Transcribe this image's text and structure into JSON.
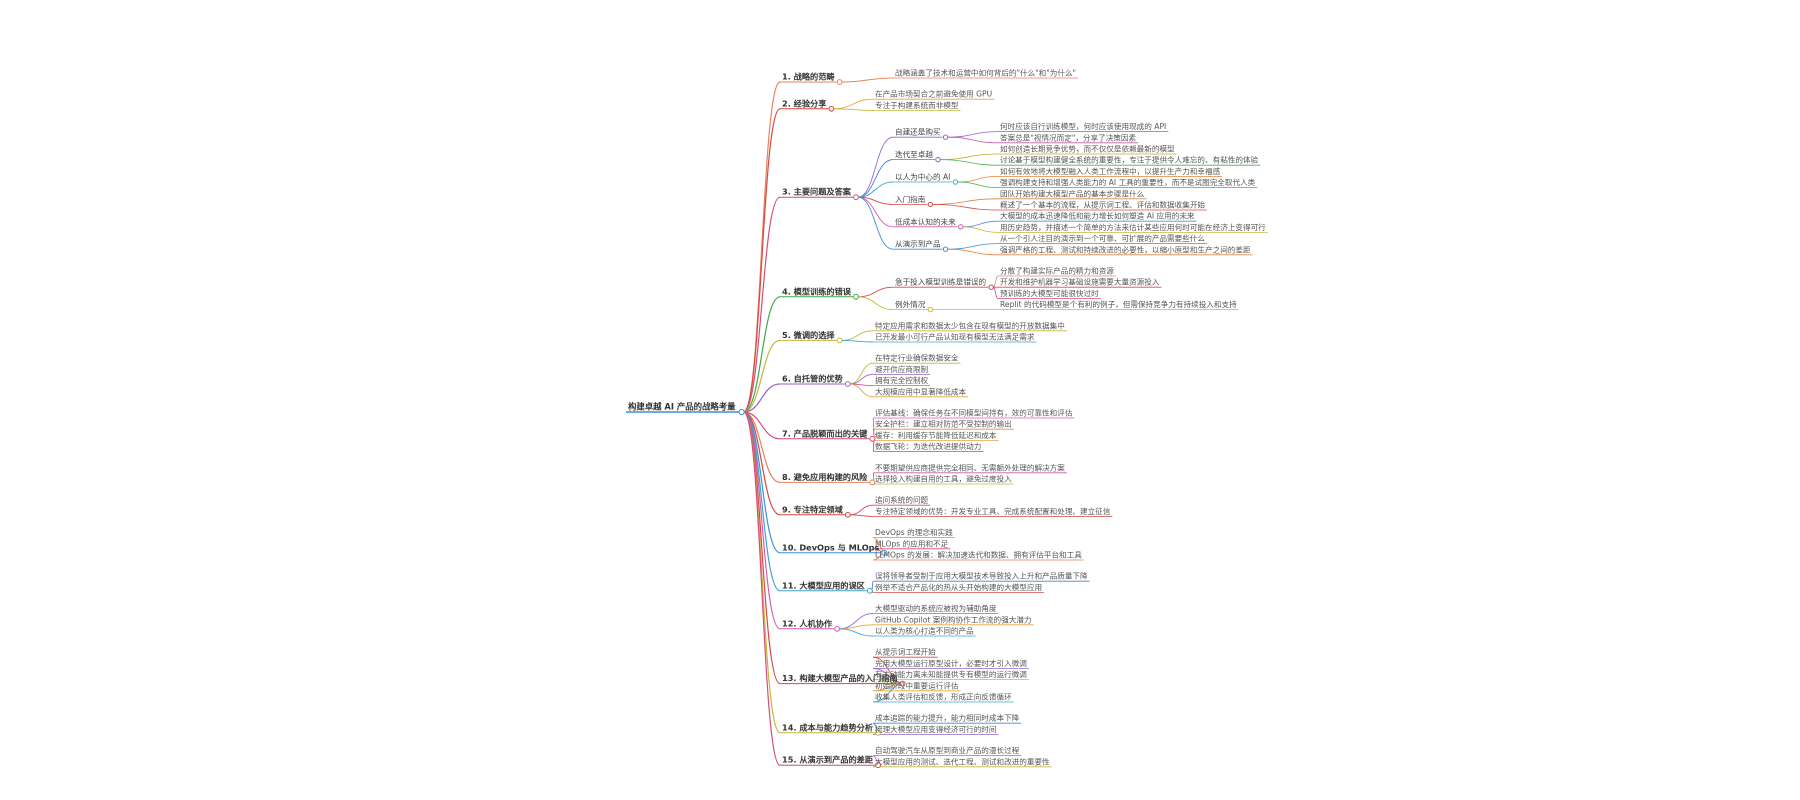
{
  "mindmap": {
    "root": "构建卓越 AI 产品的战略考量",
    "branches": [
      {
        "label": "1. 战略的范畴",
        "color": "#e8825b",
        "children": [
          {
            "label": "战略涵盖了技术和运营中如何背后的\"什么\"和\"为什么\""
          }
        ]
      },
      {
        "label": "2. 经验分享",
        "color": "#d6483f",
        "children": [
          {
            "label": "在产品市场契合之前避免使用 GPU",
            "color": "#e8a53c"
          },
          {
            "label": "专注于构建系统而非模型",
            "color": "#c5b838"
          }
        ]
      },
      {
        "label": "3. 主要问题及答案",
        "color": "#d64d76",
        "children": [
          {
            "label": "自建还是购买",
            "color": "#9a64c9",
            "children": [
              {
                "label": "何时应该自行训练模型，何时应该使用现成的 API",
                "color": "#8a64c9"
              },
              {
                "label": "答案总是\"视情况而定\"，分享了决策因素",
                "color": "#c85bae"
              }
            ]
          },
          {
            "label": "迭代至卓越",
            "color": "#4a7fd6",
            "children": [
              {
                "label": "如何创造长期竞争优势，而不仅仅是依赖最新的模型",
                "color": "#c2ab2c"
              },
              {
                "label": "讨论基于模型构建健全系统的重要性，专注于提供令人难忘的、有粘性的体验",
                "color": "#4bb04b"
              }
            ]
          },
          {
            "label": "以人为中心的 AI",
            "color": "#3fa6c9",
            "children": [
              {
                "label": "如何有效地将大模型融入人类工作流程中，以提升生产力和幸福感",
                "color": "#e8823c"
              },
              {
                "label": "强调构建支持和增强人类能力的 AI 工具的重要性，而不是试图完全取代人类",
                "color": "#4bb04b"
              }
            ]
          },
          {
            "label": "入门指南",
            "color": "#d64a4a",
            "children": [
              {
                "label": "团队开始构建大模型产品的基本步骤是什么",
                "color": "#d28a3c"
              },
              {
                "label": "概述了一个基本的流程，从提示词工程、评估和数据收集开始",
                "color": "#d64a4a"
              }
            ]
          },
          {
            "label": "低成本认知的未来",
            "color": "#d65bb5",
            "children": [
              {
                "label": "大模型的成本迅速降低和能力增长如何塑造 AI 应用的未来",
                "color": "#5b8ad6"
              },
              {
                "label": "用历史趋势，并描述一个简单的方法来估计某些应用何时可能在经济上变得可行",
                "color": "#c5b838"
              }
            ]
          },
          {
            "label": "从演示到产品",
            "color": "#3f8fd6",
            "children": [
              {
                "label": "从一个引人注目的演示到一个可靠、可扩展的产品需要些什么",
                "color": "#3f8fd6"
              },
              {
                "label": "强调严格的工程、测试和持续改进的必要性，以缩小原型和生产之间的差距",
                "color": "#e8823c"
              }
            ]
          }
        ]
      },
      {
        "label": "4. 模型训练的错误",
        "color": "#3fa84b",
        "children": [
          {
            "label": "急于投入模型训练是错误的",
            "color": "#d64a4a",
            "children": [
              {
                "label": "分散了构建实际产品的精力和资源",
                "color": "#d68a8a"
              },
              {
                "label": "开发和维护机器学习基础设施需要大量资源投入",
                "color": "#d64a4a"
              },
              {
                "label": "预训练的大模型可能很快过时",
                "color": "#d64a8a"
              }
            ]
          },
          {
            "label": "例外情况",
            "color": "#c5b838",
            "children": [
              {
                "label": "Replit 的代码模型是个有利的例子，但需保持竞争力有持续投入和支持",
                "color": "#c5b838"
              }
            ]
          }
        ]
      },
      {
        "label": "5. 微调的选择",
        "color": "#c5b838",
        "children": [
          {
            "label": "特定应用需求和数据太少包含在现有模型的开放数据集中",
            "color": "#c5b838"
          },
          {
            "label": "已开发最小可行产品认知现有模型无法满足需求",
            "color": "#3fa6c9"
          }
        ]
      },
      {
        "label": "6. 自托管的优势",
        "color": "#9a64c9",
        "children": [
          {
            "label": "在特定行业确保数据安全",
            "color": "#c5b838"
          },
          {
            "label": "避开供应商限制",
            "color": "#9a64c9"
          },
          {
            "label": "拥有完全控制权",
            "color": "#c85bae"
          },
          {
            "label": "大规模应用中显著降低成本",
            "color": "#e8a53c"
          }
        ]
      },
      {
        "label": "7. 产品脱颖而出的关键",
        "color": "#d64d76",
        "children": [
          {
            "label": "评估基线：确保任务在不同模型间持有，效的可靠性和评估",
            "color": "#d65bb5"
          },
          {
            "label": "安全护栏：建立相对防范不受控制的输出",
            "color": "#e8825b"
          },
          {
            "label": "缓存：利用缓存节能降低延迟和成本",
            "color": "#e8a53c"
          },
          {
            "label": "数据飞轮：为迭代改进提供动力",
            "color": "#d64a4a"
          }
        ]
      },
      {
        "label": "8. 避免应用构建的风险",
        "color": "#e8825b",
        "children": [
          {
            "label": "不要期望供应商提供完全相同、无需额外处理的解决方案",
            "color": "#c85bae"
          },
          {
            "label": "选择投入构建自用的工具，避免过度投入",
            "color": "#c5b838"
          }
        ]
      },
      {
        "label": "9. 专注特定领域",
        "color": "#d6483f",
        "children": [
          {
            "label": "追问系统的问题",
            "color": "#d64d76"
          },
          {
            "label": "专注特定领域的优势：开发专业工具、完成系统配置和处理、建立征信",
            "color": "#d64a4a"
          }
        ]
      },
      {
        "label": "10. DevOps 与 MLOps",
        "color": "#3f8fd6",
        "children": [
          {
            "label": "DevOps 的理念和实践",
            "color": "#e8825b"
          },
          {
            "label": "MLOps 的应用和不足",
            "color": "#d64d76"
          },
          {
            "label": "LLMOps 的发展：解决加速迭代和数据、拥有评估平台和工具",
            "color": "#e8825b"
          }
        ]
      },
      {
        "label": "11. 大模型应用的误区",
        "color": "#3fa6c9",
        "children": [
          {
            "label": "误将领导者受制于应用大模型技术导致投入上升和产品质量下降",
            "color": "#4a7fd6"
          },
          {
            "label": "例举不适合产品化的热从头开始构建的大模型应用",
            "color": "#d64a4a"
          }
        ]
      },
      {
        "label": "12. 人机协作",
        "color": "#d65bb5",
        "children": [
          {
            "label": "大模型驱动的系统应被视为辅助角度",
            "color": "#9a64c9"
          },
          {
            "label": "GitHub Copilot 案例构协作工作流的强大潜力",
            "color": "#e8a53c"
          },
          {
            "label": "以人类为核心打造不同的产品",
            "color": "#3fa6c9"
          }
        ]
      },
      {
        "label": "13. 构建大模型产品的入门指南",
        "color": "#d6483f",
        "children": [
          {
            "label": "从提示词工程开始",
            "color": "#d6483f"
          },
          {
            "label": "先用大模型运行原型设计，必要时才引入微调",
            "color": "#9a64c9"
          },
          {
            "label": "有主动能力离未知能提供专有模型的运行微调",
            "color": "#c5b838"
          },
          {
            "label": "初始阶段中重要运行评估",
            "color": "#e8a53c"
          },
          {
            "label": "收集人类评估和反馈，形成正向反馈循环",
            "color": "#3fa6c9"
          }
        ]
      },
      {
        "label": "14. 成本与能力趋势分析",
        "color": "#c5b838",
        "children": [
          {
            "label": "成本追踪的能力提升，能力相同时成本下降",
            "color": "#3f8fd6"
          },
          {
            "label": "梳理大模型应用变得经济可行的时间",
            "color": "#9a64c9"
          }
        ]
      },
      {
        "label": "15. 从演示到产品的差距",
        "color": "#d64d76",
        "children": [
          {
            "label": "自动驾驶汽车从原型到商业产品的漫长过程",
            "color": "#d65bb5"
          },
          {
            "label": "大模型应用的测试、迭代工程、测试和改进的重要性",
            "color": "#c5b838"
          }
        ]
      }
    ]
  }
}
